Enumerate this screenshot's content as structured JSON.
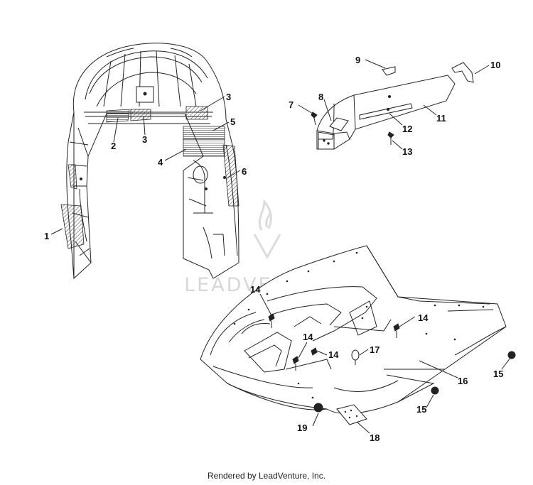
{
  "callouts": {
    "n1": "1",
    "n2": "2",
    "n3": "3",
    "n4": "4",
    "n5": "5",
    "n6": "6",
    "n7": "7",
    "n8": "8",
    "n9": "9",
    "n10": "10",
    "n11": "11",
    "n12": "12",
    "n13": "13",
    "n14": "14",
    "n15": "15",
    "n16": "16",
    "n17": "17",
    "n18": "18",
    "n19": "19"
  },
  "watermark": "LEADVENTURE",
  "footer": "Rendered by LeadVenture, Inc."
}
